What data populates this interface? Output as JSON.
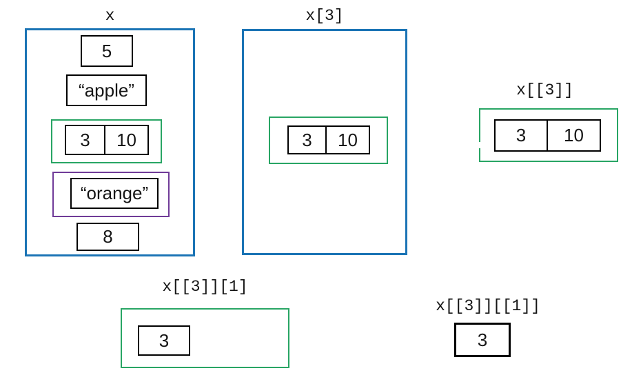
{
  "colors": {
    "blue": "#1B74B5",
    "green": "#28A564",
    "purple": "#703B98",
    "box_border": "#000000",
    "background": "#FFFFFF"
  },
  "panels": {
    "x": {
      "label": "x",
      "scalar_1": "5",
      "string_1": "“apple”",
      "vector": {
        "a": "3",
        "b": "10"
      },
      "string_2": "“orange”",
      "scalar_2": "8"
    },
    "x_single_bracket_3": {
      "label": "x[3]",
      "vector": {
        "a": "3",
        "b": "10"
      }
    },
    "x_double_bracket_3": {
      "label": "x[[3]]",
      "vector": {
        "a": "3",
        "b": "10"
      }
    },
    "x_double_bracket_3_single_1": {
      "label": "x[[3]][1]",
      "value": "3"
    },
    "x_double_bracket_3_double_1": {
      "label": "x[[3]][[1]]",
      "value": "3"
    }
  }
}
